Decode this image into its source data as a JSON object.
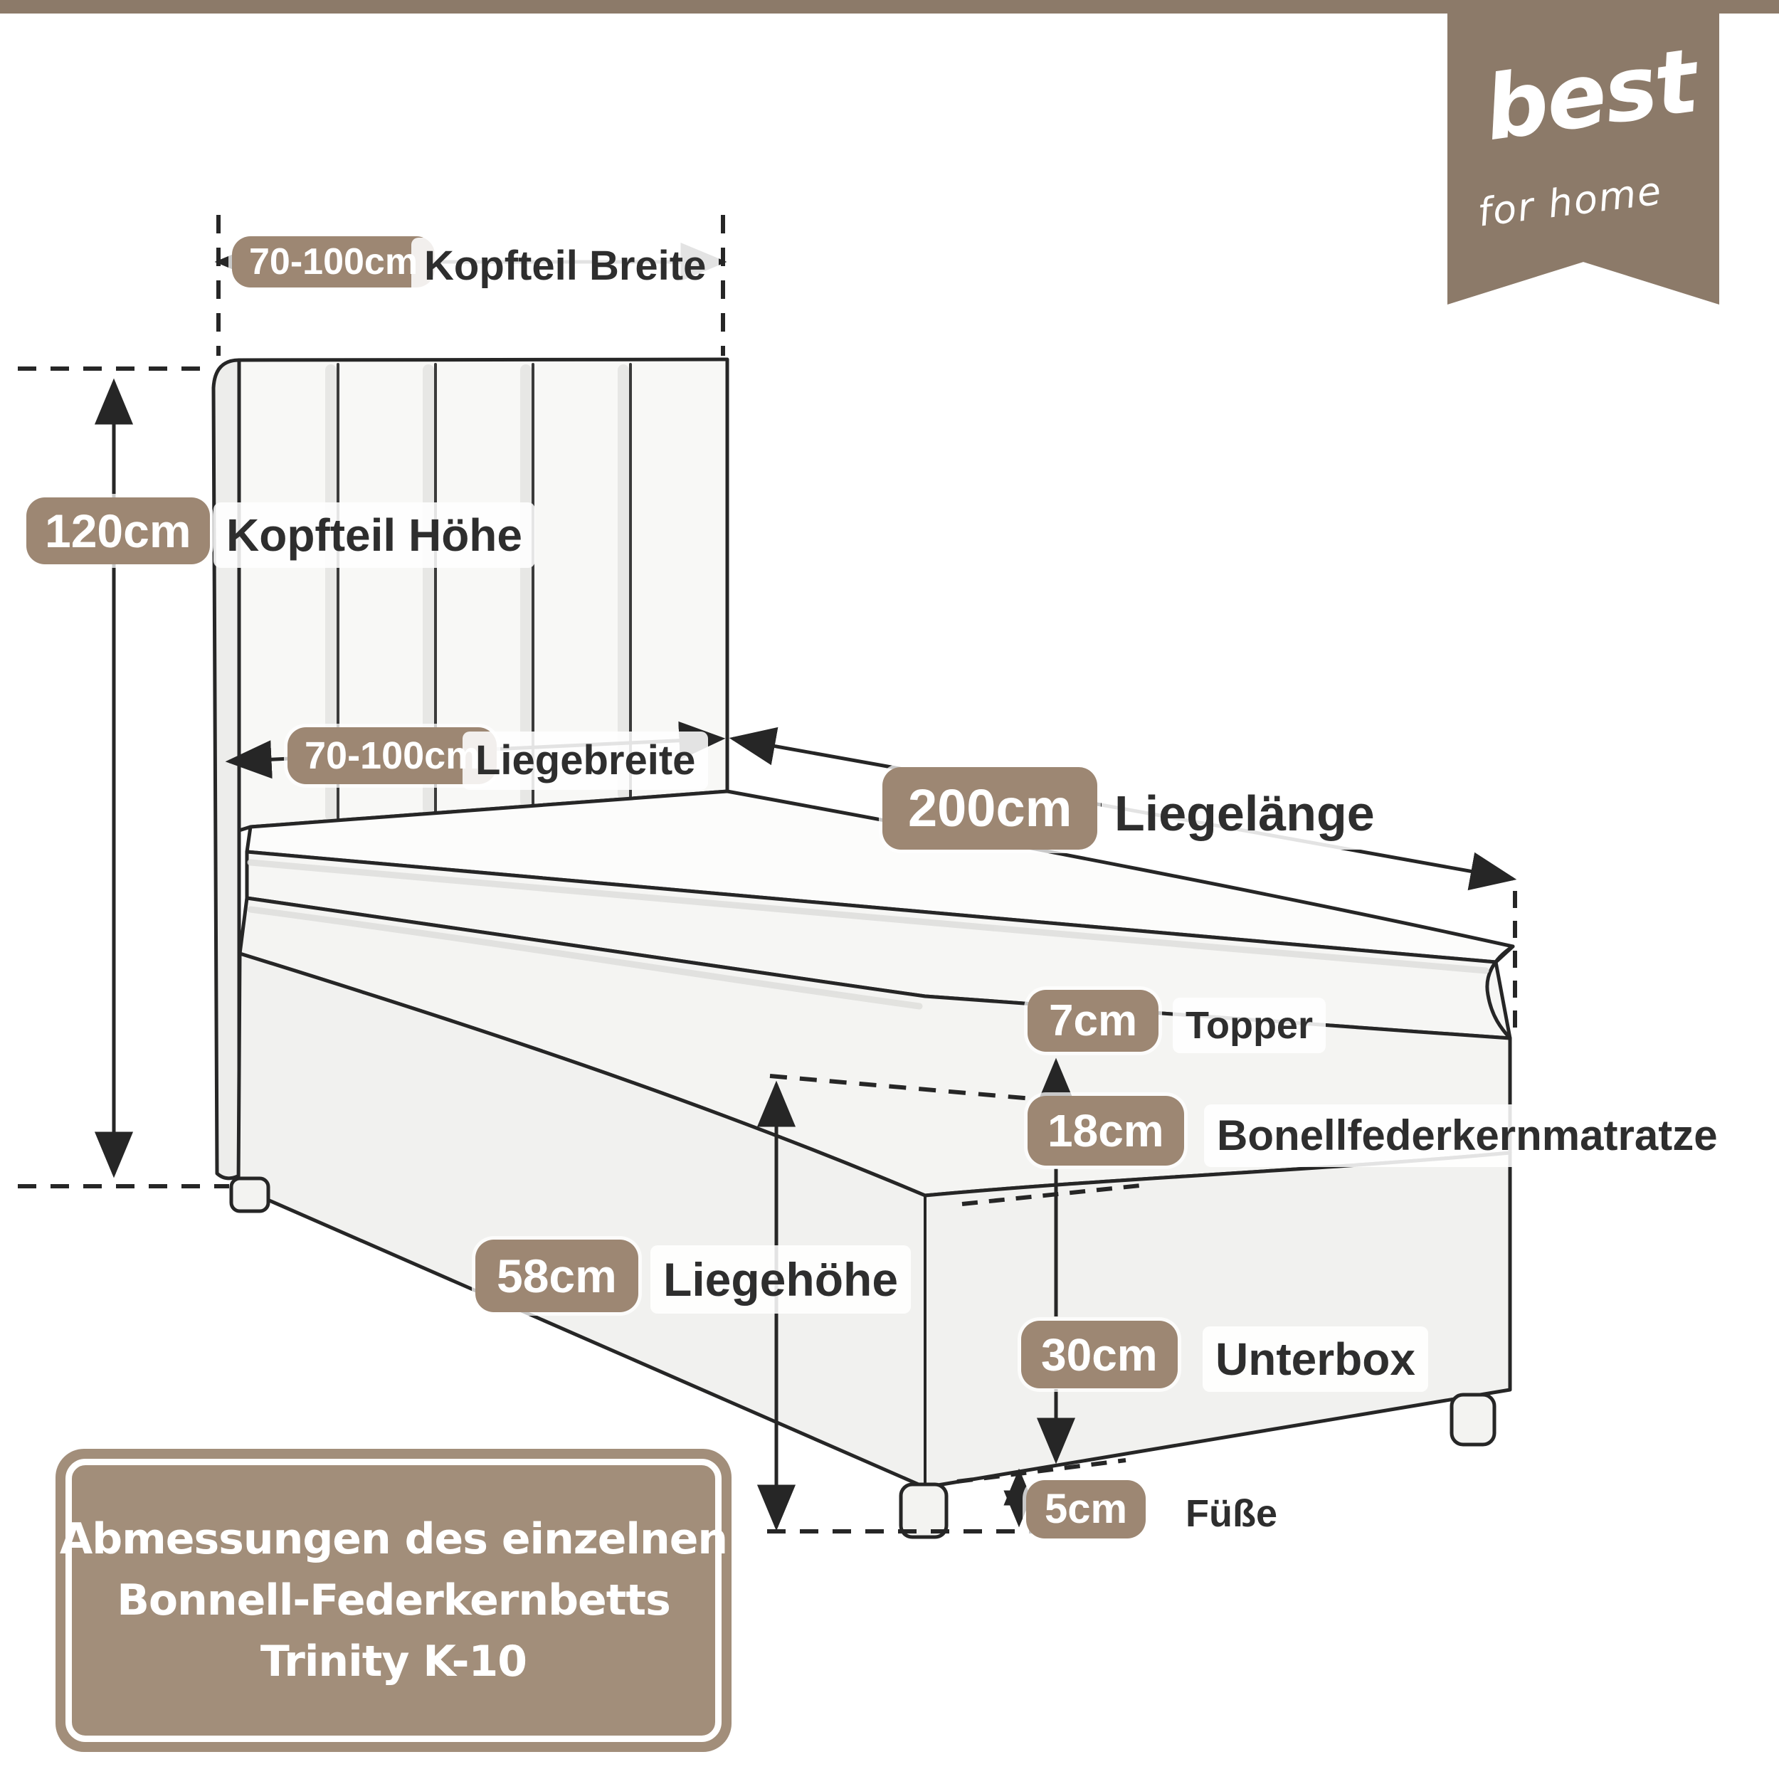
{
  "brand": {
    "logo_main": "best",
    "logo_sub": "for home"
  },
  "measurements": [
    {
      "id": "kopfteil-breite",
      "value": "70-100cm",
      "label": "Kopfteil Breite"
    },
    {
      "id": "kopfteil-hoehe",
      "value": "120cm",
      "label": "Kopfteil Höhe"
    },
    {
      "id": "liegebreite",
      "value": "70-100cm",
      "label": "Liegebreite"
    },
    {
      "id": "liegelaenge",
      "value": "200cm",
      "label": "Liegelänge"
    },
    {
      "id": "topper",
      "value": "7cm",
      "label": "Topper"
    },
    {
      "id": "matratze",
      "value": "18cm",
      "label": "Bonellfederkernmatratze"
    },
    {
      "id": "liegehoehe",
      "value": "58cm",
      "label": "Liegehöhe"
    },
    {
      "id": "unterbox",
      "value": "30cm",
      "label": "Unterbox"
    },
    {
      "id": "fuesse",
      "value": "5cm",
      "label": "Füße"
    }
  ],
  "info_box": {
    "line1": "Abmessungen des einzelnen",
    "line2": "Bonnell-Federkernbetts",
    "line3": "Trinity K-10"
  },
  "colors": {
    "brand_brown": "#8c7a69",
    "badge_brown": "#9d8773",
    "box_brown": "#a28e7a",
    "line_dark": "#262626"
  }
}
